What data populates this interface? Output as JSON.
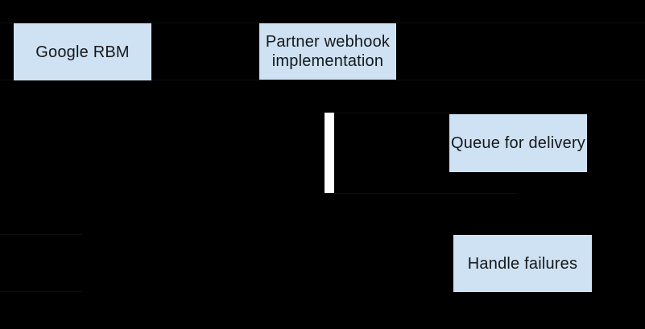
{
  "diagram": {
    "type": "sequence-diagram",
    "background_color": "#000000",
    "node_fill_color": "#cfe2f3",
    "node_text_color": "#15181b",
    "activation_bar_color": "#ffffff",
    "faint_line_color": "#0e0e11",
    "nodes": [
      {
        "id": "google-rbm",
        "label": "Google RBM"
      },
      {
        "id": "partner-webhook",
        "label": "Partner webhook\nimplementation"
      },
      {
        "id": "queue-for-delivery",
        "label": "Queue for delivery"
      },
      {
        "id": "handle-failures",
        "label": "Handle failures"
      }
    ]
  }
}
